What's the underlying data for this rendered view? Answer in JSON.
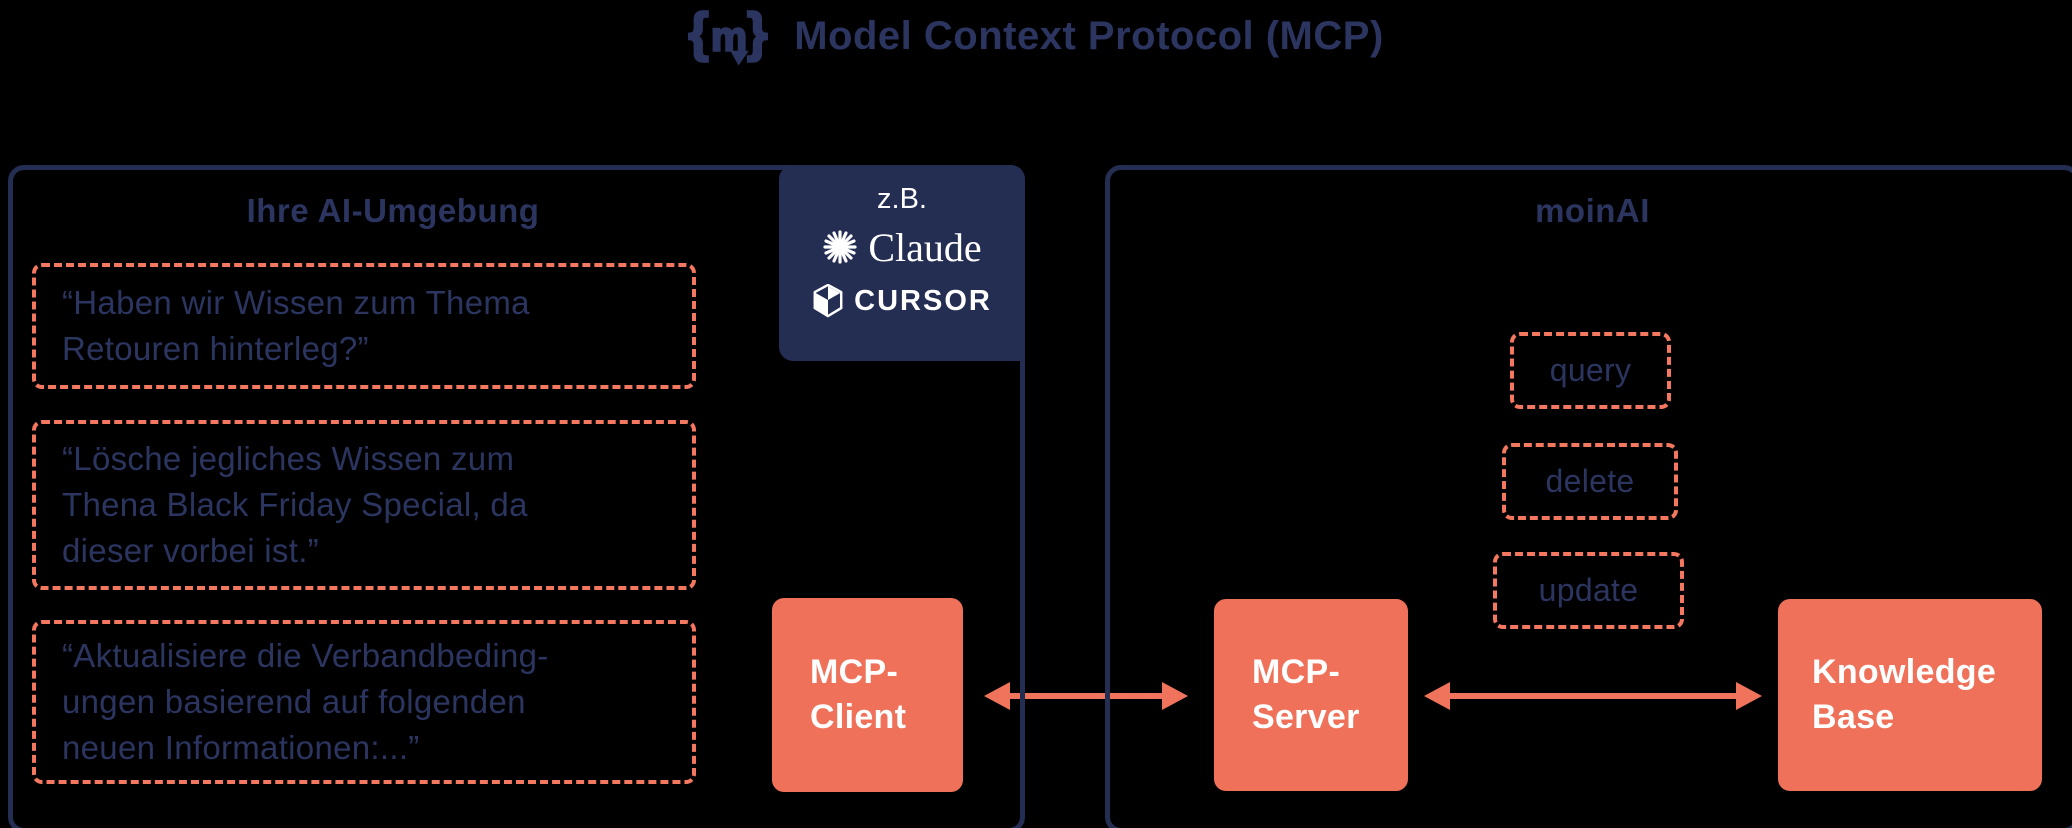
{
  "title": {
    "text": "Model Context Protocol (MCP)",
    "logo": "mcp-speech-bubble-logo"
  },
  "left_panel": {
    "header": "Ihre AI-Umgebung",
    "examples": {
      "label": "z.B.",
      "tools": [
        "Claude",
        "CURSOR"
      ]
    },
    "quotes": [
      {
        "lines": [
          "“Haben wir Wissen zum Thema",
          "Retouren hinterleg?”"
        ]
      },
      {
        "lines": [
          "“Lösche jegliches Wissen zum",
          "Thena Black Friday Special, da",
          "dieser vorbei ist.”"
        ]
      },
      {
        "lines": [
          "“Aktualisiere die Verbandbeding-",
          "ungen basierend auf folgenden",
          "neuen Informationen:...”"
        ]
      }
    ],
    "client_box": {
      "lines": [
        "MCP-",
        "Client"
      ]
    }
  },
  "right_panel": {
    "header": "moinAI",
    "operations": [
      "query",
      "delete",
      "update"
    ],
    "server_box": {
      "lines": [
        "MCP-",
        "Server"
      ]
    },
    "knowledge_box": {
      "lines": [
        "Knowledge",
        "Base"
      ]
    }
  },
  "colors": {
    "navy": "#242D52",
    "navy_text": "#2B3560",
    "orange": "#F0715A",
    "orange_dashed": "#F4775F",
    "arrow": "#F0745C",
    "white": "#FFFFFF",
    "background": "#000000"
  }
}
